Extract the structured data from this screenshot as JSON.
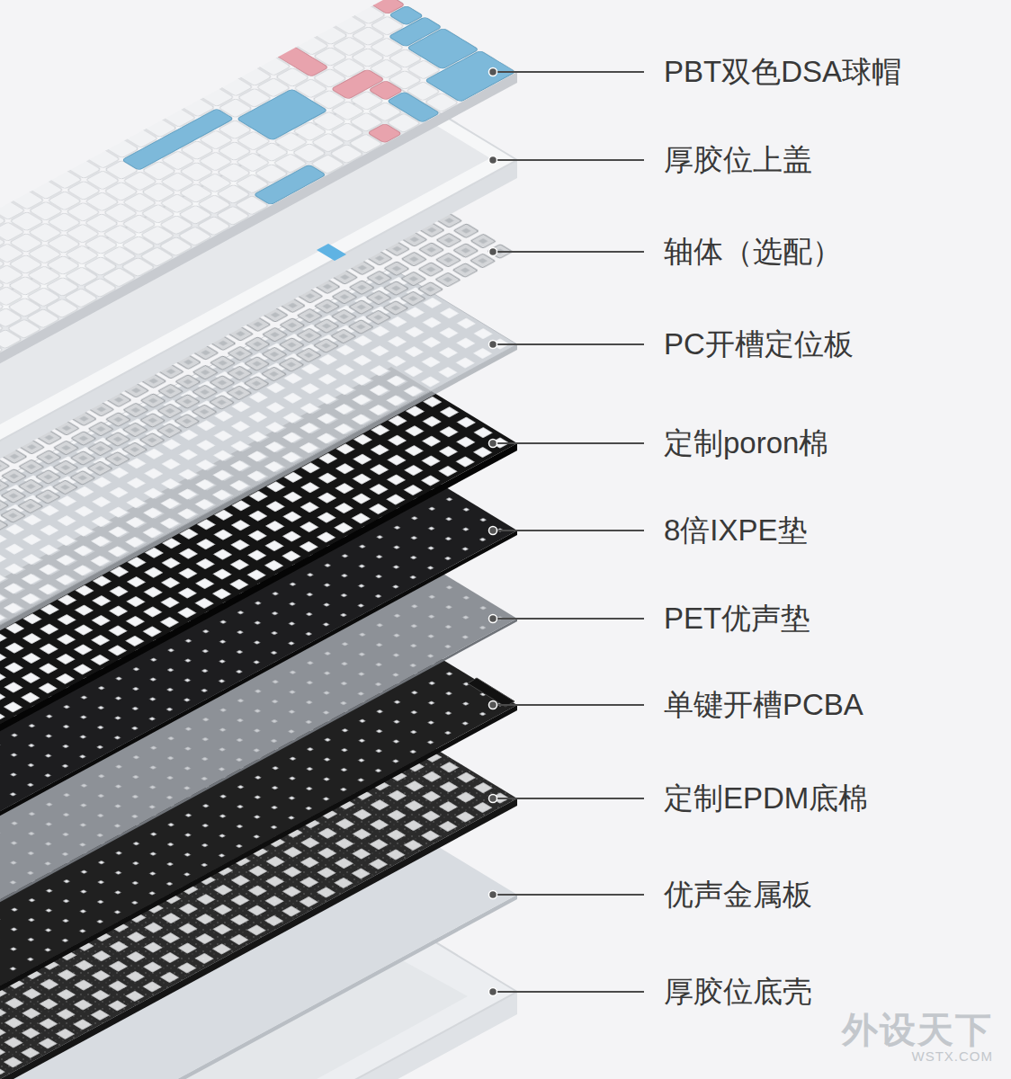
{
  "diagram": {
    "labels": [
      "PBT双色DSA球帽",
      "厚胶位上盖",
      "轴体（选配）",
      "PC开槽定位板",
      "定制poron棉",
      "8倍IXPE垫",
      "PET优声垫",
      "单键开槽PCBA",
      "定制EPDM底棉",
      "优声金属板",
      "厚胶位底壳",
      "外设天下",
      "WSTX.COM"
    ]
  }
}
